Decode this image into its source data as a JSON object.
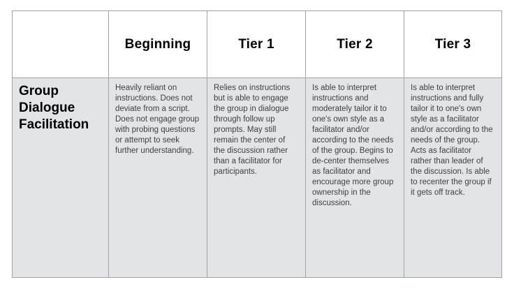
{
  "table": {
    "columns": [
      "Beginning",
      "Tier 1",
      "Tier 2",
      "Tier 3"
    ],
    "rows": [
      {
        "label": "Group Dialogue Facilitation",
        "cells": [
          "Heavily reliant on instructions. Does not deviate from a script. Does not engage group with probing questions or attempt to seek further understanding.",
          "Relies on instructions but is able to engage the group in dialogue through follow up prompts. May still remain the center of the discussion rather than a facilitator for participants.",
          "Is able to interpret instructions and moderately tailor it to one's own style as a facilitator and/or according to the needs of the group. Begins to de-center themselves as facilitator and encourage more group ownership in the discussion.",
          "Is able to interpret instructions and fully tailor it to one's own style as a facilitator and/or according to the needs of the group. Acts as facilitator rather than leader of the discussion. Is able to recenter the group if it gets off track."
        ]
      }
    ]
  },
  "colors": {
    "cell_background": "#e3e4e8",
    "border": "#a3a3a7",
    "header_background": "#ffffff",
    "body_text": "#3f3f3f",
    "header_text": "#000000"
  }
}
